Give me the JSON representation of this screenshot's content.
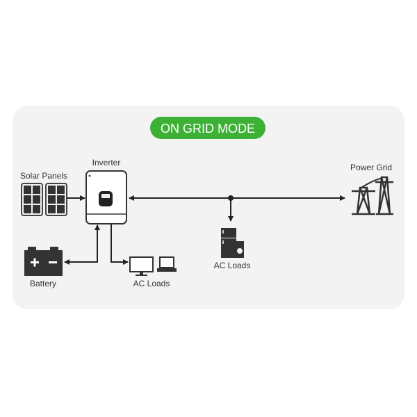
{
  "title": "ON GRID MODE",
  "colors": {
    "accent": "#3db135",
    "panel": "#f3f3f3",
    "ink": "#2b2b2b"
  },
  "nodes": {
    "solar": "Solar Panels",
    "inverter": "Inverter",
    "battery": "Battery",
    "ac_loads_local": "AC Loads",
    "ac_loads_grid": "AC Loads",
    "grid": "Power Grid"
  }
}
